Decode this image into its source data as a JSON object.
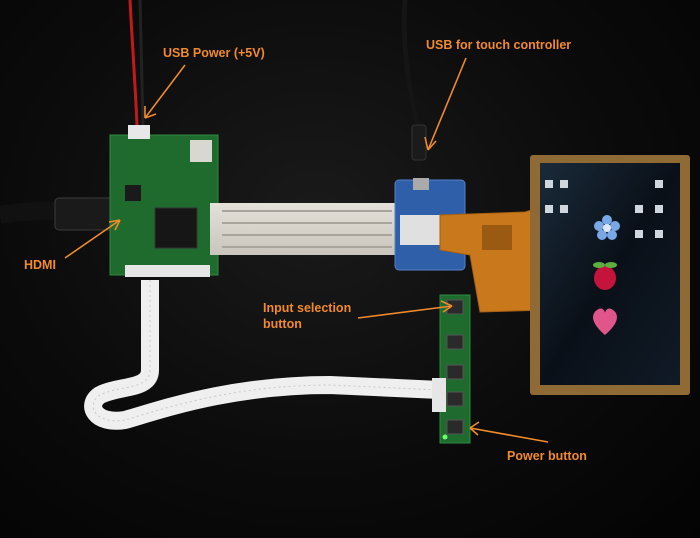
{
  "labels": {
    "usb_power": "USB Power (+5V)",
    "usb_touch": "USB for touch controller",
    "hdmi": "HDMI",
    "input_selection_line1": "Input selection",
    "input_selection_line2": "button",
    "power_button": "Power button"
  },
  "colors": {
    "annotation": "#f08a2c",
    "pcb_green": "#1f6b2e",
    "flex_cable": "#d9d6cf",
    "ribbon_white": "#efefef",
    "touch_pcb_blue": "#2f5fa8",
    "polyimide_orange": "#c9791c",
    "screen_dark": "#0c1420"
  },
  "screen_icons": [
    "raspberry-pi-logo",
    "heart-icon",
    "adafruit-flower-icon"
  ]
}
